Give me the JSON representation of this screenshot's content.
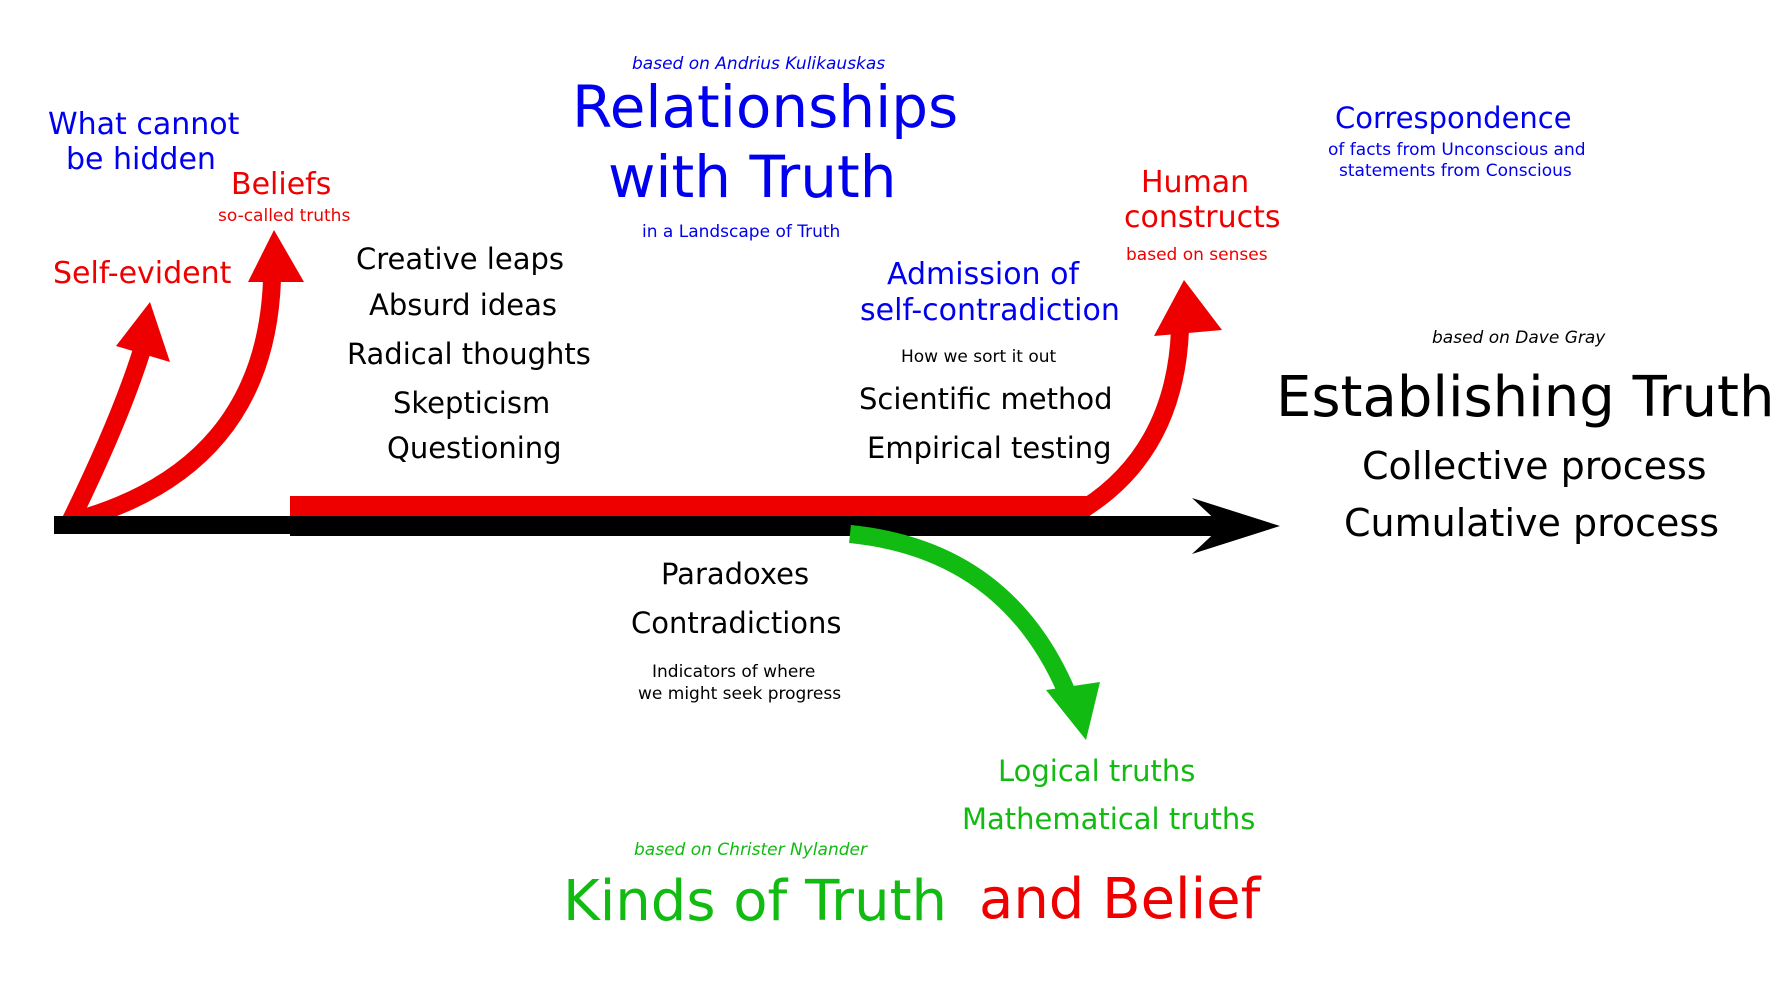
{
  "colors": {
    "blue": "#0000ee",
    "red": "#ee0000",
    "green": "#11bb11",
    "black": "#000000"
  },
  "top_left": {
    "what_cannot_1": "What cannot",
    "what_cannot_2": "be hidden",
    "beliefs": "Beliefs",
    "beliefs_sub": "so-called truths",
    "self_evident": "Self-evident"
  },
  "relationships": {
    "attribution": "based on Andrius Kulikauskas",
    "title_1": "Relationships",
    "title_2": "with Truth",
    "subtitle": "in a Landscape of Truth"
  },
  "creative_list": [
    "Creative leaps",
    "Absurd ideas",
    "Radical thoughts",
    "Skepticism",
    "Questioning"
  ],
  "admission": {
    "line_1": "Admission of",
    "line_2": "self-contradiction",
    "note": "How we sort it out",
    "method": "Scientific method",
    "testing": "Empirical testing"
  },
  "human": {
    "line_1": "Human",
    "line_2": "constructs",
    "sub": "based on senses"
  },
  "correspondence": {
    "title": "Correspondence",
    "sub_1": "of facts from Unconscious and",
    "sub_2": "statements from Conscious"
  },
  "establishing": {
    "attribution": "based on Dave Gray",
    "title": "Establishing Truth",
    "line_1": "Collective process",
    "line_2": "Cumulative process"
  },
  "paradox": {
    "line_1": "Paradoxes",
    "line_2": "Contradictions",
    "note_1": "Indicators of where",
    "note_2": "we might seek progress"
  },
  "logical": {
    "line_1": "Logical truths",
    "line_2": "Mathematical truths"
  },
  "kinds": {
    "attribution": "based on Christer Nylander",
    "title_green": "Kinds of Truth",
    "title_red": "and Belief"
  }
}
